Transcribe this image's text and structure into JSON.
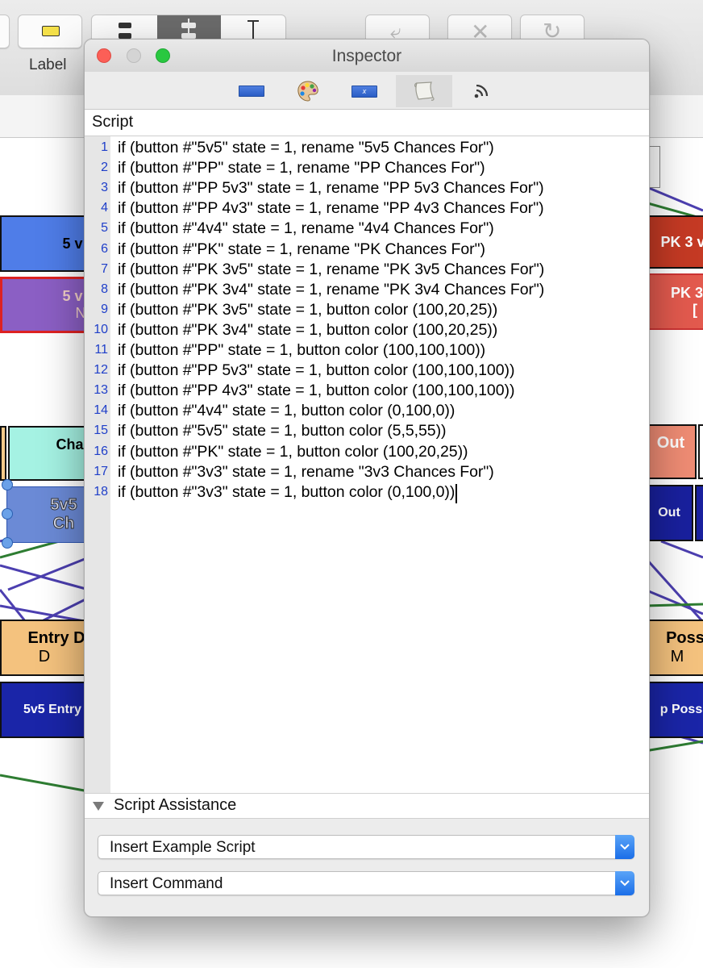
{
  "toolbar": {
    "label_button": "Label"
  },
  "background_boxes": {
    "b5v_top": "5 v",
    "b5v_mid_a": "5 v",
    "b5v_mid_b": "N",
    "pk3_top": "PK 3 v",
    "pk3_mid_a": "PK 3",
    "pk3_mid_b": "[",
    "chan": "Char",
    "out_right": "Out",
    "fivev5_ch": "5v5 Ch",
    "out_right2": "Out",
    "entry_d_a": "Entry D",
    "entry_d_b": "D",
    "poss_a": "Poss",
    "poss_b": "M",
    "entry_5v5": "5v5 Entry",
    "p_poss": "p Poss"
  },
  "inspector": {
    "title": "Inspector",
    "tabs": [
      {
        "name": "geometry",
        "icon": "rectangle-icon"
      },
      {
        "name": "appearance",
        "icon": "palette-icon"
      },
      {
        "name": "properties",
        "icon": "variable-icon"
      },
      {
        "name": "script",
        "icon": "script-scroll-icon",
        "active": true
      },
      {
        "name": "connections",
        "icon": "broadcast-icon"
      }
    ],
    "script_label": "Script",
    "script_lines": [
      "if (button #\"5v5\" state = 1, rename \"5v5 Chances For\")",
      "if (button #\"PP\" state = 1, rename \"PP Chances For\")",
      "if (button #\"PP 5v3\" state = 1, rename \"PP 5v3 Chances For\")",
      "if (button #\"PP 4v3\" state = 1, rename \"PP 4v3 Chances For\")",
      "if (button #\"4v4\" state = 1, rename \"4v4 Chances For\")",
      "if (button #\"PK\" state = 1, rename \"PK Chances For\")",
      "if (button #\"PK 3v5\" state = 1, rename \"PK 3v5 Chances For\")",
      "if (button #\"PK 3v4\" state = 1, rename \"PK 3v4 Chances For\")",
      "if (button #\"PK 3v5\" state = 1, button color (100,20,25))",
      "if (button #\"PK 3v4\" state = 1, button color (100,20,25))",
      "if (button #\"PP\" state = 1, button color (100,100,100))",
      "if (button #\"PP 5v3\" state = 1, button color (100,100,100))",
      "if (button #\"PP 4v3\" state = 1, button color (100,100,100))",
      "if (button #\"4v4\" state = 1, button color (0,100,0))",
      "if (button #\"5v5\" state = 1, button color (5,5,55))",
      "if (button #\"PK\" state = 1, button color (100,20,25))",
      "if (button #\"3v3\" state = 1, rename \"3v3 Chances For\")",
      "if (button #\"3v3\" state = 1, button color (0,100,0))"
    ],
    "line_numbers": [
      "1",
      "2",
      "3",
      "4",
      "5",
      "6",
      "7",
      "8",
      "9",
      "10",
      "11",
      "12",
      "13",
      "14",
      "15",
      "16",
      "17",
      "18"
    ],
    "assist_label": "Script Assistance",
    "example_select": "Insert Example Script",
    "command_select": "Insert Command"
  }
}
